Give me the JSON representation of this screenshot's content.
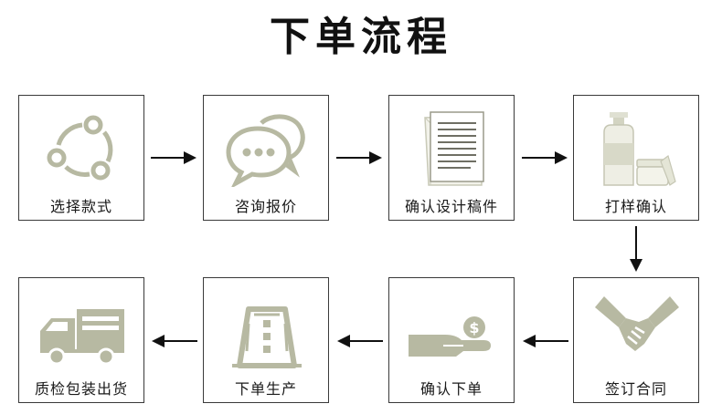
{
  "title": "下单流程",
  "accent_color": "#b7b9a2",
  "steps": [
    {
      "label": "选择款式",
      "icon": "cycle-nodes-icon"
    },
    {
      "label": "咨询报价",
      "icon": "chat-bubbles-icon"
    },
    {
      "label": "确认设计稿件",
      "icon": "document-icon"
    },
    {
      "label": "打样确认",
      "icon": "cosmetic-bottles-icon"
    },
    {
      "label": "签订合同",
      "icon": "handshake-icon"
    },
    {
      "label": "确认下单",
      "icon": "hand-coin-icon"
    },
    {
      "label": "下单生产",
      "icon": "factory-tower-icon"
    },
    {
      "label": "质检包装出货",
      "icon": "delivery-truck-icon"
    }
  ]
}
